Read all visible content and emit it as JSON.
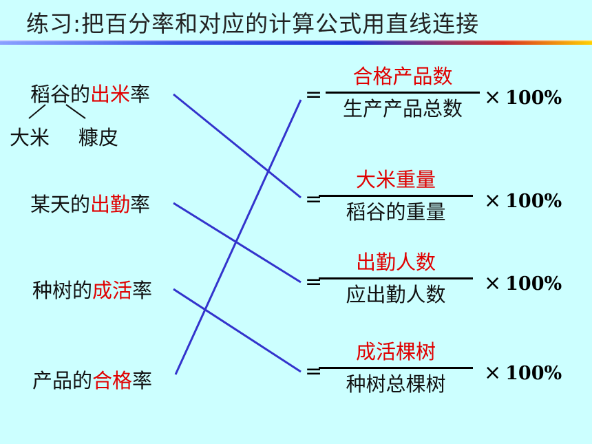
{
  "title": "练习:把百分率和对应的计算公式用直线连接",
  "left_items": [
    {
      "pre": "稻谷的",
      "highlight": "出米",
      "post": "率"
    },
    {
      "pre": "某天的",
      "highlight": "出勤",
      "post": "率"
    },
    {
      "pre": "种树的",
      "highlight": "成活",
      "post": "率"
    },
    {
      "pre": "产品的",
      "highlight": "合格",
      "post": "率"
    }
  ],
  "branch": {
    "left": "大米",
    "right": "糠皮"
  },
  "formulas": [
    {
      "equals": "=",
      "numerator": "合格产品数",
      "denominator": "生产产品总数",
      "times": "×",
      "percent": "100%"
    },
    {
      "equals": "=",
      "numerator": "大米重量",
      "denominator": "稻谷的重量",
      "times": "×",
      "percent": "100%"
    },
    {
      "equals": "=",
      "numerator": "出勤人数",
      "denominator": "应出勤人数",
      "times": "×",
      "percent": "100%"
    },
    {
      "equals": "=",
      "numerator": "成活棵树",
      "denominator": "种树总棵树",
      "times": "×",
      "percent": "100%"
    }
  ],
  "colors": {
    "background": "#ccffff",
    "highlight": "#e00000",
    "connector": "#3333cc"
  }
}
